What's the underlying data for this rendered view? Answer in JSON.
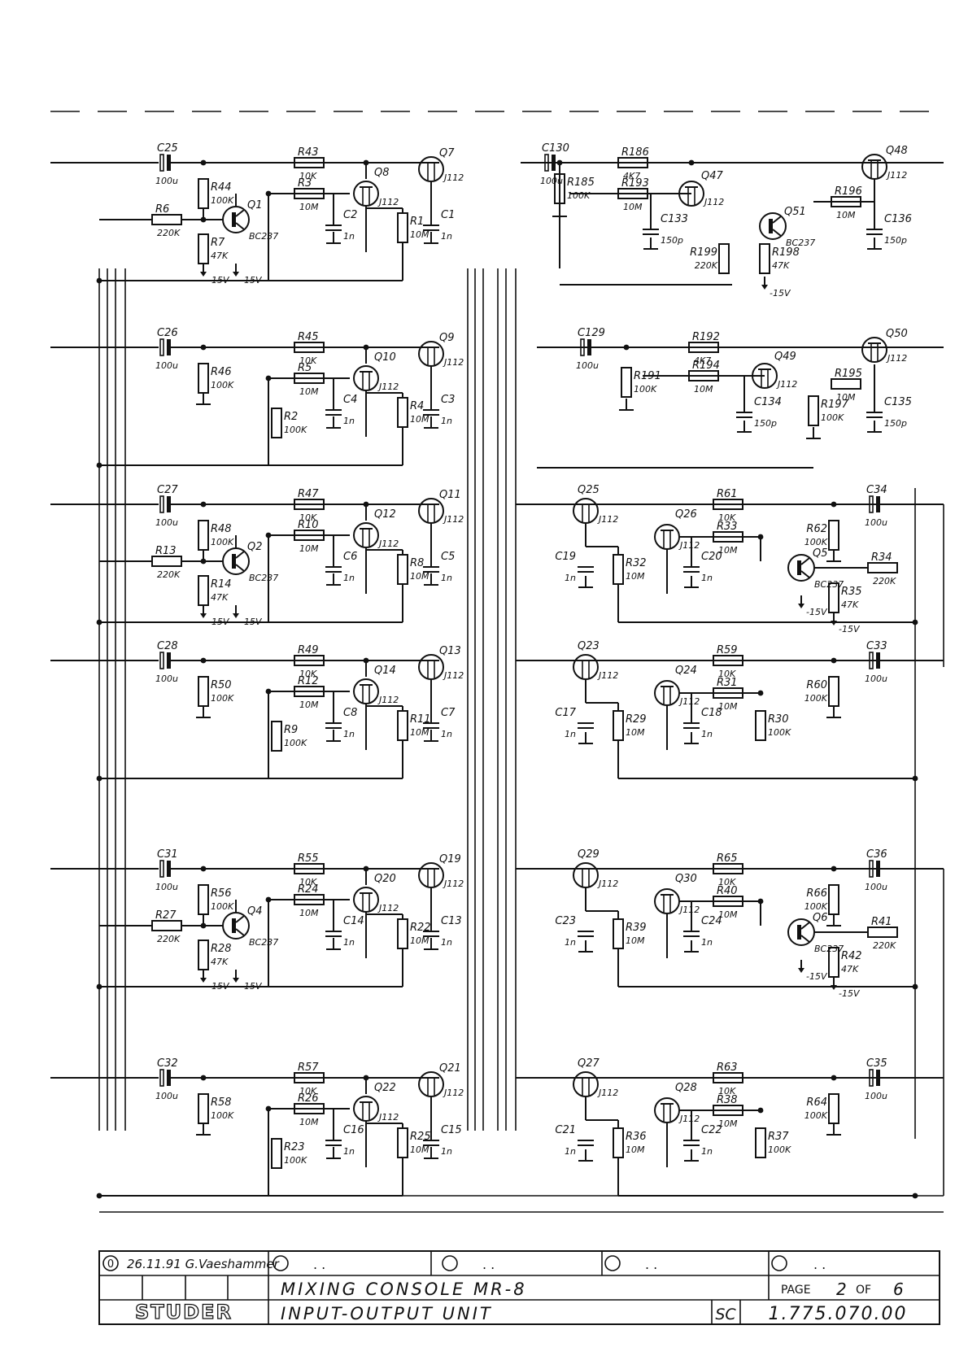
{
  "revision": {
    "number": "0",
    "date_author": "26.11.91 G.Vaeshammer",
    "empty_slots": [
      ". .",
      ". .",
      ". .",
      ". ."
    ]
  },
  "title_block": {
    "logo": "STUDER",
    "title_line1": "MIXING CONSOLE   MR-8",
    "title_line2": "INPUT-OUTPUT UNIT",
    "doc_type": "SC",
    "drawing_number": "1.775.070.00",
    "page_word": "PAGE",
    "page_num": "2",
    "of_word": "OF",
    "page_total": "6"
  },
  "supply_label": "-15V",
  "fets": [
    {
      "ref": "Q7",
      "type": "J112"
    },
    {
      "ref": "Q8",
      "type": "J112"
    },
    {
      "ref": "Q9",
      "type": "J112"
    },
    {
      "ref": "Q10",
      "type": "J112"
    },
    {
      "ref": "Q11",
      "type": "J112"
    },
    {
      "ref": "Q12",
      "type": "J112"
    },
    {
      "ref": "Q13",
      "type": "J112"
    },
    {
      "ref": "Q14",
      "type": "J112"
    },
    {
      "ref": "Q19",
      "type": "J112"
    },
    {
      "ref": "Q20",
      "type": "J112"
    },
    {
      "ref": "Q21",
      "type": "J112"
    },
    {
      "ref": "Q22",
      "type": "J112"
    },
    {
      "ref": "Q48",
      "type": "J112"
    },
    {
      "ref": "Q47",
      "type": "J112"
    },
    {
      "ref": "Q50",
      "type": "J112"
    },
    {
      "ref": "Q49",
      "type": "J112"
    },
    {
      "ref": "Q25",
      "type": "J112"
    },
    {
      "ref": "Q26",
      "type": "J112"
    },
    {
      "ref": "Q23",
      "type": "J112"
    },
    {
      "ref": "Q24",
      "type": "J112"
    },
    {
      "ref": "Q29",
      "type": "J112"
    },
    {
      "ref": "Q30",
      "type": "J112"
    },
    {
      "ref": "Q27",
      "type": "J112"
    },
    {
      "ref": "Q28",
      "type": "J112"
    }
  ],
  "bjts": [
    {
      "ref": "Q1",
      "type": "BC237"
    },
    {
      "ref": "Q2",
      "type": "BC237"
    },
    {
      "ref": "Q4",
      "type": "BC237"
    },
    {
      "ref": "Q51",
      "type": "BC237"
    },
    {
      "ref": "Q5",
      "type": "BC237"
    },
    {
      "ref": "Q6",
      "type": "BC237"
    }
  ],
  "resistors": [
    {
      "ref": "R43",
      "value": "10K"
    },
    {
      "ref": "R3",
      "value": "10M"
    },
    {
      "ref": "R44",
      "value": "100K"
    },
    {
      "ref": "R6",
      "value": "220K"
    },
    {
      "ref": "R7",
      "value": "47K"
    },
    {
      "ref": "R1",
      "value": "10M"
    },
    {
      "ref": "R45",
      "value": "10K"
    },
    {
      "ref": "R5",
      "value": "10M"
    },
    {
      "ref": "R46",
      "value": "100K"
    },
    {
      "ref": "R2",
      "value": "100K"
    },
    {
      "ref": "R4",
      "value": "10M"
    },
    {
      "ref": "R47",
      "value": "10K"
    },
    {
      "ref": "R10",
      "value": "10M"
    },
    {
      "ref": "R48",
      "value": "100K"
    },
    {
      "ref": "R13",
      "value": "220K"
    },
    {
      "ref": "R14",
      "value": "47K"
    },
    {
      "ref": "R8",
      "value": "10M"
    },
    {
      "ref": "R49",
      "value": "10K"
    },
    {
      "ref": "R12",
      "value": "10M"
    },
    {
      "ref": "R50",
      "value": "100K"
    },
    {
      "ref": "R9",
      "value": "100K"
    },
    {
      "ref": "R11",
      "value": "10M"
    },
    {
      "ref": "R55",
      "value": "10K"
    },
    {
      "ref": "R24",
      "value": "10M"
    },
    {
      "ref": "R56",
      "value": "100K"
    },
    {
      "ref": "R27",
      "value": "220K"
    },
    {
      "ref": "R28",
      "value": "47K"
    },
    {
      "ref": "R22",
      "value": "10M"
    },
    {
      "ref": "R57",
      "value": "10K"
    },
    {
      "ref": "R26",
      "value": "10M"
    },
    {
      "ref": "R58",
      "value": "100K"
    },
    {
      "ref": "R23",
      "value": "100K"
    },
    {
      "ref": "R25",
      "value": "10M"
    },
    {
      "ref": "R186",
      "value": "4K7"
    },
    {
      "ref": "R193",
      "value": "10M"
    },
    {
      "ref": "R185",
      "value": "100K"
    },
    {
      "ref": "R196",
      "value": "10M"
    },
    {
      "ref": "R199",
      "value": "220K"
    },
    {
      "ref": "R198",
      "value": "47K"
    },
    {
      "ref": "R192",
      "value": "4K7"
    },
    {
      "ref": "R194",
      "value": "10M"
    },
    {
      "ref": "R191",
      "value": "100K"
    },
    {
      "ref": "R195",
      "value": "10M"
    },
    {
      "ref": "R197",
      "value": "100K"
    },
    {
      "ref": "R61",
      "value": "10K"
    },
    {
      "ref": "R33",
      "value": "10M"
    },
    {
      "ref": "R62",
      "value": "100K"
    },
    {
      "ref": "R34",
      "value": "220K"
    },
    {
      "ref": "R35",
      "value": "47K"
    },
    {
      "ref": "R32",
      "value": "10M"
    },
    {
      "ref": "R59",
      "value": "10K"
    },
    {
      "ref": "R31",
      "value": "10M"
    },
    {
      "ref": "R60",
      "value": "100K"
    },
    {
      "ref": "R30",
      "value": "100K"
    },
    {
      "ref": "R29",
      "value": "10M"
    },
    {
      "ref": "R65",
      "value": "10K"
    },
    {
      "ref": "R40",
      "value": "10M"
    },
    {
      "ref": "R66",
      "value": "100K"
    },
    {
      "ref": "R41",
      "value": "220K"
    },
    {
      "ref": "R42",
      "value": "47K"
    },
    {
      "ref": "R39",
      "value": "10M"
    },
    {
      "ref": "R63",
      "value": "10K"
    },
    {
      "ref": "R38",
      "value": "10M"
    },
    {
      "ref": "R64",
      "value": "100K"
    },
    {
      "ref": "R37",
      "value": "100K"
    },
    {
      "ref": "R36",
      "value": "10M"
    }
  ],
  "capacitors": [
    {
      "ref": "C25",
      "value": "100u"
    },
    {
      "ref": "C26",
      "value": "100u"
    },
    {
      "ref": "C27",
      "value": "100u"
    },
    {
      "ref": "C28",
      "value": "100u"
    },
    {
      "ref": "C31",
      "value": "100u"
    },
    {
      "ref": "C32",
      "value": "100u"
    },
    {
      "ref": "C2",
      "value": "1n"
    },
    {
      "ref": "C1",
      "value": "1n"
    },
    {
      "ref": "C4",
      "value": "1n"
    },
    {
      "ref": "C3",
      "value": "1n"
    },
    {
      "ref": "C6",
      "value": "1n"
    },
    {
      "ref": "C5",
      "value": "1n"
    },
    {
      "ref": "C8",
      "value": "1n"
    },
    {
      "ref": "C7",
      "value": "1n"
    },
    {
      "ref": "C14",
      "value": "1n"
    },
    {
      "ref": "C13",
      "value": "1n"
    },
    {
      "ref": "C16",
      "value": "1n"
    },
    {
      "ref": "C15",
      "value": "1n"
    },
    {
      "ref": "C130",
      "value": "100u"
    },
    {
      "ref": "C129",
      "value": "100u"
    },
    {
      "ref": "C133",
      "value": "150p"
    },
    {
      "ref": "C136",
      "value": "150p"
    },
    {
      "ref": "C134",
      "value": "150p"
    },
    {
      "ref": "C135",
      "value": "150p"
    },
    {
      "ref": "C34",
      "value": "100u"
    },
    {
      "ref": "C33",
      "value": "100u"
    },
    {
      "ref": "C36",
      "value": "100u"
    },
    {
      "ref": "C35",
      "value": "100u"
    },
    {
      "ref": "C19",
      "value": "1n"
    },
    {
      "ref": "C20",
      "value": "1n"
    },
    {
      "ref": "C17",
      "value": "1n"
    },
    {
      "ref": "C18",
      "value": "1n"
    },
    {
      "ref": "C23",
      "value": "1n"
    },
    {
      "ref": "C24",
      "value": "1n"
    },
    {
      "ref": "C21",
      "value": "1n"
    },
    {
      "ref": "C22",
      "value": "1n"
    }
  ]
}
